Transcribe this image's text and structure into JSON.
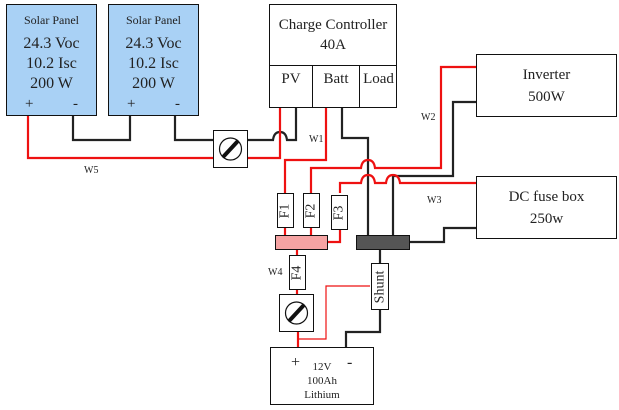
{
  "colors": {
    "positive_wire": "#ee1111",
    "negative_wire": "#222222",
    "solar_panel_fill": "#a9d1f5",
    "positive_busbar": "#f5a3a3",
    "negative_busbar": "#555555"
  },
  "solar_panels": [
    {
      "title": "Solar Panel",
      "voc": "24.3 Voc",
      "isc": "10.2 Isc",
      "watts": "200 W",
      "plus": "+",
      "minus": "-"
    },
    {
      "title": "Solar Panel",
      "voc": "24.3 Voc",
      "isc": "10.2 Isc",
      "watts": "200 W",
      "plus": "+",
      "minus": "-"
    }
  ],
  "charge_controller": {
    "title": "Charge Controller",
    "rating": "40A",
    "ports": [
      "PV",
      "Batt",
      "Load"
    ]
  },
  "inverter": {
    "name": "Inverter",
    "rating": "500W"
  },
  "dc_fuse_box": {
    "name": "DC fuse box",
    "rating": "250w"
  },
  "fuses": [
    "F1",
    "F2",
    "F3",
    "F4"
  ],
  "shunt": {
    "label": "Shunt"
  },
  "battery": {
    "plus": "+",
    "minus": "-",
    "voltage": "12V",
    "capacity": "100Ah",
    "chemistry": "Lithium"
  },
  "wire_labels": [
    "W1",
    "W2",
    "W3",
    "W4",
    "W5"
  ],
  "disconnects": [
    "pv-disconnect",
    "battery-disconnect"
  ]
}
